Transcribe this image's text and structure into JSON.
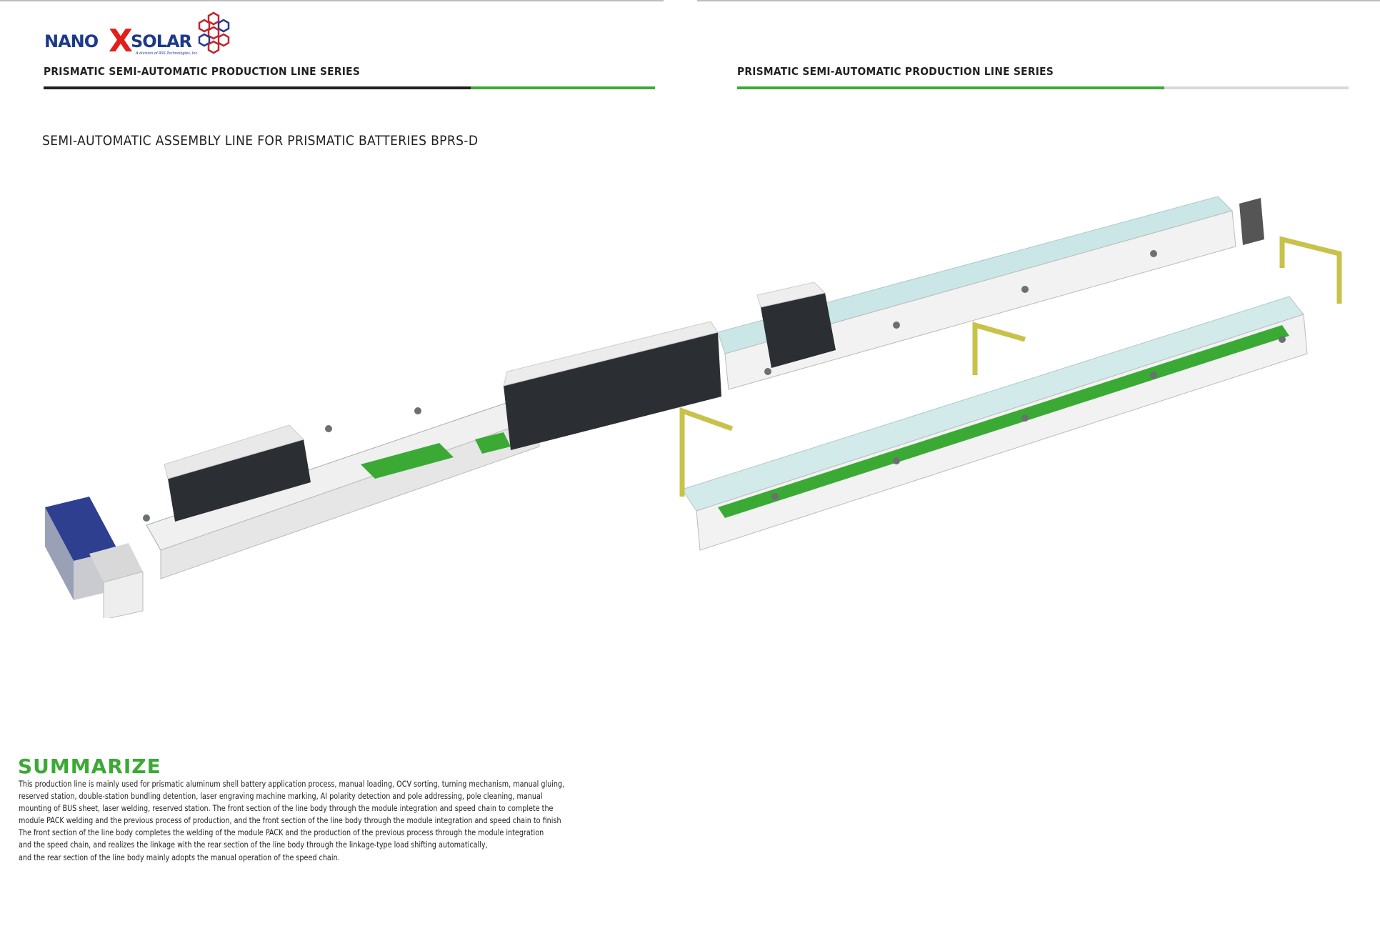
{
  "brand": {
    "name_left": "NANO",
    "name_x": "X",
    "name_right": "SOLAR",
    "tagline": "A division of RSS Technologies, Inc."
  },
  "header": {
    "left_series": "PRISMATIC SEMI-AUTOMATIC PRODUCTION LINE SERIES",
    "right_series": "PRISMATIC SEMI-AUTOMATIC PRODUCTION LINE SERIES"
  },
  "page_title": "SEMI-AUTOMATIC ASSEMBLY LINE FOR PRISMATIC BATTERIES BPRS-D",
  "colors": {
    "accent_green": "#3aaa35",
    "dark": "#231f20",
    "brand_blue": "#1d3a8a",
    "brand_red": "#e0201b"
  },
  "summary": {
    "heading": "SUMMARIZE",
    "lines": [
      "This production line is mainly used for prismatic aluminum shell battery application process, manual loading, OCV sorting, turning mechanism, manual gluing,",
      "reserved station, double-station bundling detention, laser engraving machine marking, AI polarity detection and pole addressing, pole cleaning, manual",
      "mounting of BUS sheet, laser welding, reserved station. The front section of the line body through the module integration and speed chain to complete the",
      " module PACK welding and the previous process of production, and the front section of the line body through the module integration and speed chain to finish",
      "The front section of the line body completes the welding of the module PACK and the production of the previous process through the module integration",
      " and  the speed chain, and realizes the linkage with the rear section of the line body through the linkage-type load shifting automatically,",
      " and the rear section of the line body mainly adopts the manual operation of the speed chain."
    ]
  }
}
